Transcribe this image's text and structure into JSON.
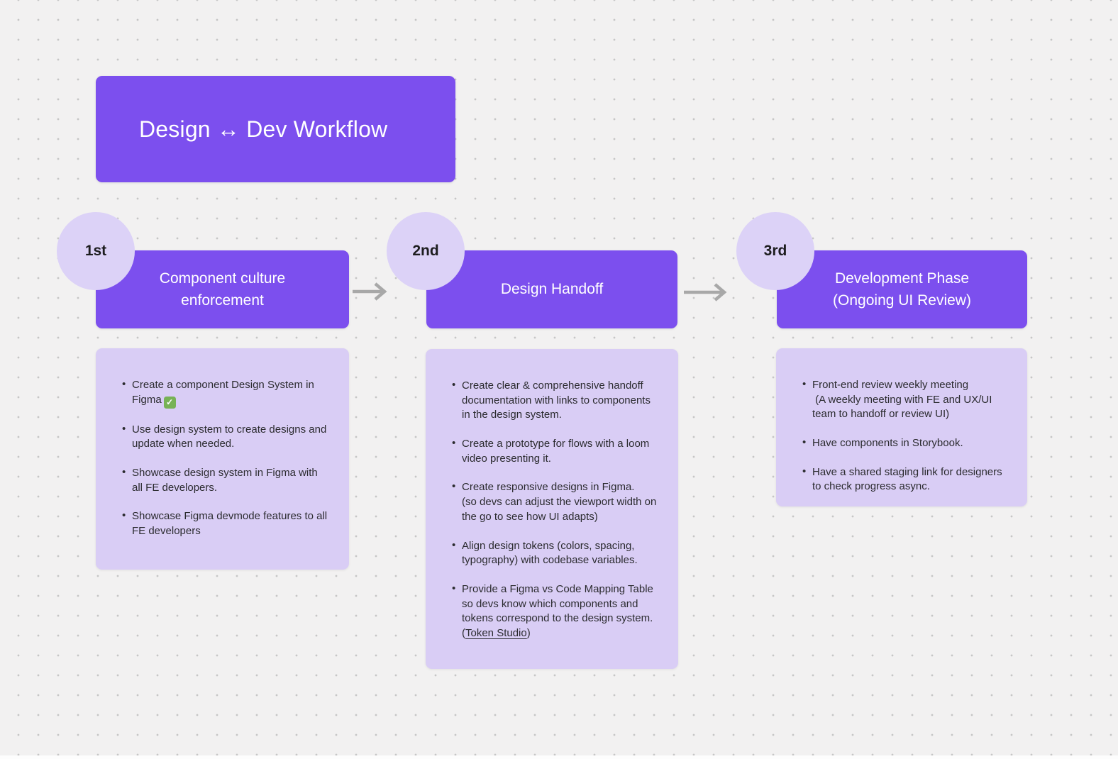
{
  "title": "Design ↔ Dev Workflow",
  "colors": {
    "accent": "#7C4FEE",
    "card": "#D9CDF5",
    "badge": "#DCD2F7",
    "arrow": "#A8A8A8",
    "check": "#77B255",
    "canvas_bg": "#F2F1F1"
  },
  "columns": [
    {
      "badge": "1st",
      "header": "Component culture\nenforcement",
      "bullets": [
        {
          "text": "Create a component Design System in Figma",
          "check_glyph": "✓"
        },
        {
          "text": "Use design system to create designs and update when needed."
        },
        {
          "text": "Showcase design system in Figma with all FE developers."
        },
        {
          "text": "Showcase Figma devmode features to all FE developers"
        }
      ]
    },
    {
      "badge": "2nd",
      "header": "Design Handoff",
      "bullets": [
        {
          "text": "Create clear & comprehensive handoff documentation with links to components in the design system."
        },
        {
          "text": "Create a prototype for flows with a loom video presenting it."
        },
        {
          "text": "Create responsive designs in Figma.\n(so devs can adjust the viewport width on the go to see how UI adapts)"
        },
        {
          "text": "Align design tokens (colors, spacing, typography) with codebase variables."
        },
        {
          "text": "Provide a Figma vs Code Mapping Table so devs know which components and tokens correspond to the design system.",
          "paren_open": "(",
          "link_label": "Token Studio",
          "paren_close": ")"
        }
      ]
    },
    {
      "badge": "3rd",
      "header": "Development Phase\n(Ongoing UI Review)",
      "bullets": [
        {
          "text": "Front-end review weekly meeting\n (A weekly meeting with FE and UX/UI team to handoff or review UI)"
        },
        {
          "text": "Have components in Storybook."
        },
        {
          "text": "Have a shared staging link for designers to check progress async."
        }
      ]
    }
  ]
}
